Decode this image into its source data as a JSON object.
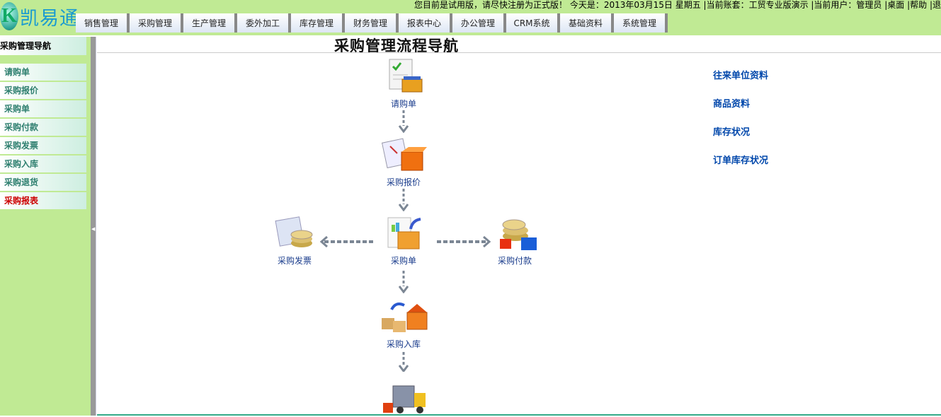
{
  "header": {
    "logo_letter": "K",
    "logo_text": "凯易通",
    "info": "您目前是试用版，请尽快注册为正式版！ 今天是：2013年03月15日  星期五   |当前账套：工贸专业版演示 |当前用户：管理员   |桌面 |帮助 |退",
    "tabs": [
      "销售管理",
      "采购管理",
      "生产管理",
      "委外加工",
      "库存管理",
      "财务管理",
      "报表中心",
      "办公管理",
      "CRM系统",
      "基础资料",
      "系统管理"
    ]
  },
  "sidebar": {
    "title": "采购管理导航",
    "items": [
      {
        "label": "请购单"
      },
      {
        "label": "采购报价"
      },
      {
        "label": "采购单"
      },
      {
        "label": "采购付款"
      },
      {
        "label": "采购发票"
      },
      {
        "label": "采购入库"
      },
      {
        "label": "采购退货"
      },
      {
        "label": "采购报表",
        "active": true
      }
    ]
  },
  "main": {
    "title": "采购管理流程导航",
    "flow": {
      "requisition": "请购单",
      "quote": "采购报价",
      "order": "采购单",
      "invoice": "采购发票",
      "payment": "采购付款",
      "inbound": "采购入库"
    },
    "links": [
      "往来单位资料",
      "商品资料",
      "库存状况",
      "订单库存状况"
    ]
  },
  "colors": {
    "header_bg": "#c0ea94",
    "sidebar_text": "#2e7f6f",
    "active_text": "#cc0000",
    "link": "#0047ab",
    "flow_label": "#1a3c8c"
  }
}
